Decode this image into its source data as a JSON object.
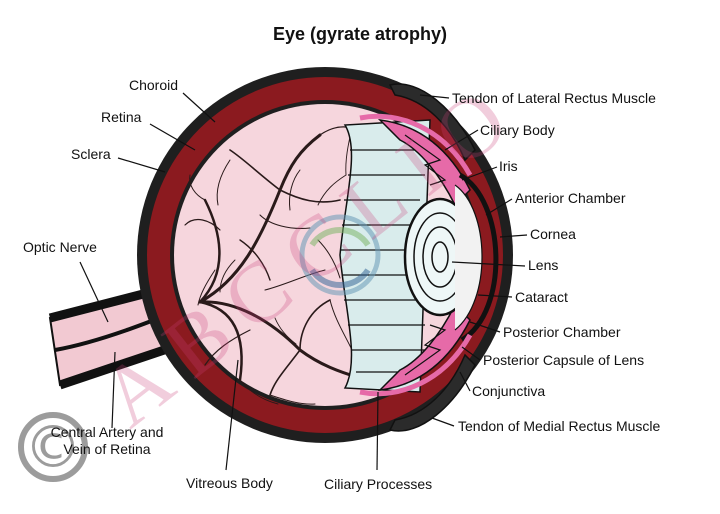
{
  "title": "Eye (gyrate atrophy)",
  "labels": {
    "choroid": "Choroid",
    "retina": "Retina",
    "sclera": "Sclera",
    "optic_nerve": "Optic Nerve",
    "central_artery": "Central Artery and Vein of Retina",
    "vitreous_body": "Vitreous Body",
    "ciliary_processes": "Ciliary Processes",
    "tendon_lateral": "Tendon of Lateral Rectus Muscle",
    "ciliary_body": "Ciliary Body",
    "iris": "Iris",
    "anterior_chamber": "Anterior Chamber",
    "cornea": "Cornea",
    "lens": "Lens",
    "cataract": "Cataract",
    "posterior_chamber": "Posterior Chamber",
    "posterior_capsule": "Posterior Capsule of Lens",
    "conjunctiva": "Conjunctiva",
    "tendon_medial": "Tendon of Medial Rectus Muscle"
  },
  "watermark": {
    "text": "ABCCLIO",
    "copyright": "©"
  },
  "colors": {
    "sclera": "#1f1f1f",
    "choroid": "#8b1a1f",
    "retina": "#f6d6dd",
    "vessels": "#2a1a1a",
    "ciliary": "#d9ecec",
    "iris": "#e66aa8",
    "lens": "#eef7f7",
    "watermark": "#c83c78"
  }
}
